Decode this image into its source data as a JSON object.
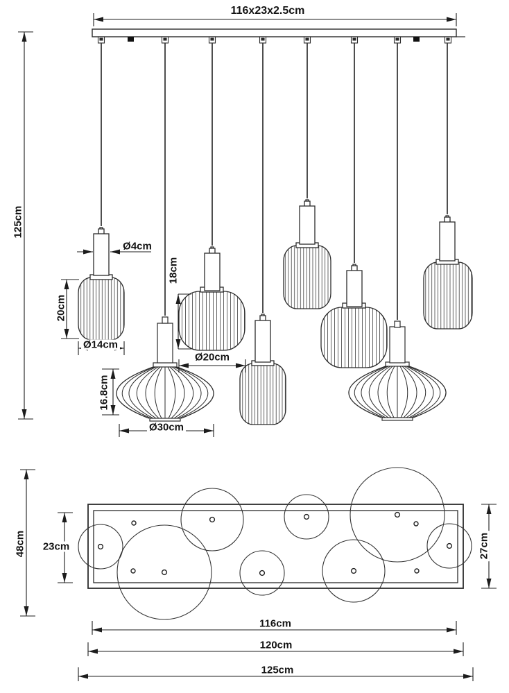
{
  "drawing": {
    "bar_dimension": "116x23x2.5cm",
    "overall_drop": "125cm",
    "socket_diameter": "Ø4cm",
    "shade_small_height": "20cm",
    "shade_small_diameter": "Ø14cm",
    "shade_medium_height": "18cm",
    "shade_medium_diameter": "Ø20cm",
    "shade_wide_height": "16.8cm",
    "shade_wide_diameter": "Ø30cm"
  },
  "plan": {
    "overall_depth": "48cm",
    "inner_depth": "23cm",
    "outer_depth": "27cm",
    "inner_width": "116cm",
    "outer_width": "120cm",
    "overall_width": "125cm"
  }
}
